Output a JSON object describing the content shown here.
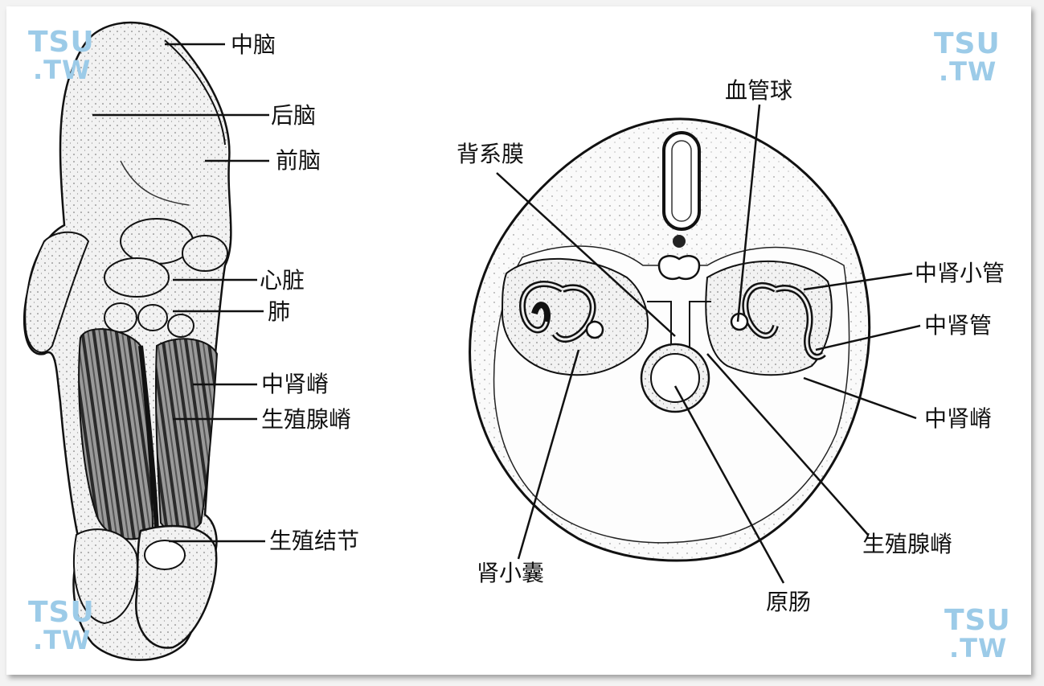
{
  "watermark": {
    "line1": "TSU",
    "line2": ".TW"
  },
  "left_figure": {
    "labels": [
      "中脑",
      "后脑",
      "前脑",
      "心脏",
      "肺",
      "中肾嵴",
      "生殖腺嵴",
      "生殖结节"
    ]
  },
  "right_figure": {
    "labels": [
      "血管球",
      "背系膜",
      "中肾小管",
      "中肾管",
      "中肾嵴",
      "生殖腺嵴",
      "肾小囊",
      "原肠"
    ]
  },
  "colors": {
    "ink": "#111111",
    "watermark": "#9ccbe8",
    "tissue_fill": "#ececec"
  }
}
